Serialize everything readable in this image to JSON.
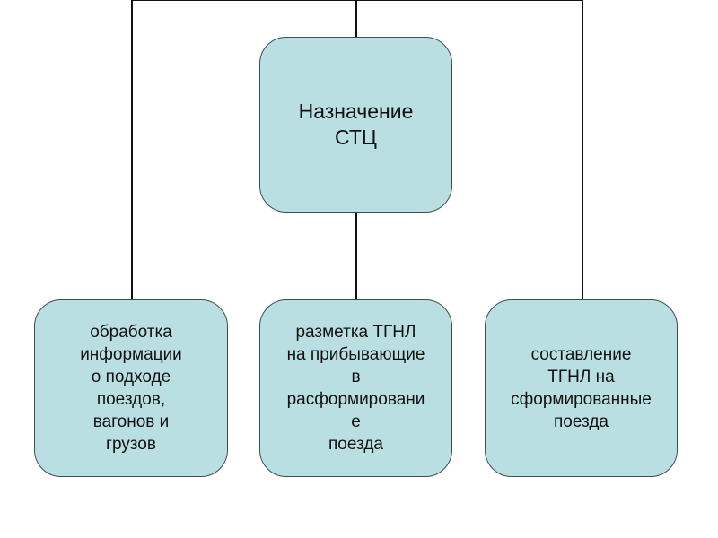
{
  "diagram": {
    "root": {
      "label": "Назначение\nСТЦ"
    },
    "children": [
      {
        "label": "обработка\nинформации\nо подходе\nпоездов,\nвагонов и\nгрузов"
      },
      {
        "label": "разметка ТГНЛ\nна прибывающие\nв\nрасформировани\nе\nпоезда"
      },
      {
        "label": "составление\nТГНЛ на\nсформированные\nпоезда"
      }
    ]
  },
  "colors": {
    "node_fill": "#b9dfe2",
    "node_border": "#3e4e50",
    "connector": "#111111"
  }
}
